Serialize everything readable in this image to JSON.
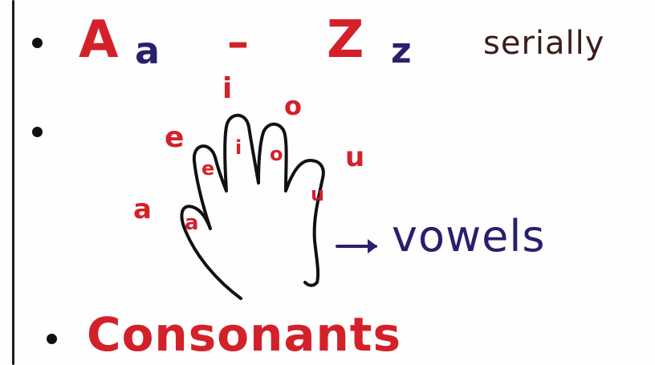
{
  "colors": {
    "red": "#d3212a",
    "navy": "#27206e",
    "brown": "#3a1d1a",
    "ink": "#111111"
  },
  "line1": {
    "big_a": "A",
    "small_a": "a",
    "dash": "–",
    "big_z": "Z",
    "small_z": "z",
    "note": "serially"
  },
  "hand": {
    "outer_vowels": [
      "a",
      "e",
      "i",
      "o",
      "u"
    ],
    "finger_vowels": [
      "a",
      "e",
      "i",
      "o",
      "u"
    ],
    "arrow_icon": "right-arrow-icon",
    "label": "vowels"
  },
  "line3": {
    "word": "Consonants"
  }
}
